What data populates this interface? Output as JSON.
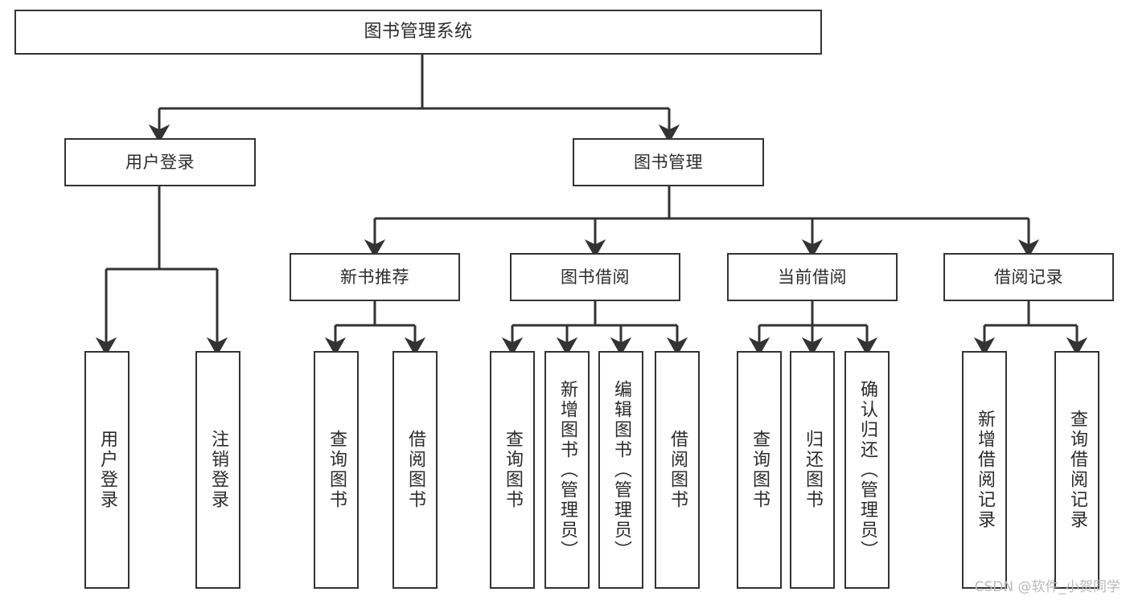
{
  "diagram": {
    "type": "tree",
    "title": "图书管理系统",
    "watermark": "CSDN @软件_小贺同学",
    "colors": {
      "border": "#333333",
      "background": "#ffffff",
      "text": "#2b2b2b",
      "watermark": "#b9b9b9"
    },
    "nodes": {
      "root": {
        "label": "图书管理系统"
      },
      "level2": [
        {
          "id": "user-login",
          "label": "用户登录"
        },
        {
          "id": "book-manage",
          "label": "图书管理"
        }
      ],
      "level3": [
        {
          "id": "new-book-recommend",
          "label": "新书推荐"
        },
        {
          "id": "book-borrow",
          "label": "图书借阅"
        },
        {
          "id": "current-borrow",
          "label": "当前借阅"
        },
        {
          "id": "borrow-record",
          "label": "借阅记录"
        }
      ],
      "leaves": [
        {
          "id": "leaf-user-login",
          "label": "用户登录",
          "parent": "user-login"
        },
        {
          "id": "leaf-logout",
          "label": "注销登录",
          "parent": "user-login"
        },
        {
          "id": "leaf-query-book-1",
          "label": "查询图书",
          "parent": "new-book-recommend"
        },
        {
          "id": "leaf-borrow-book-1",
          "label": "借阅图书",
          "parent": "new-book-recommend"
        },
        {
          "id": "leaf-query-book-2",
          "label": "查询图书",
          "parent": "book-borrow"
        },
        {
          "id": "leaf-add-book",
          "label": "新增图书（管理员）",
          "parent": "book-borrow"
        },
        {
          "id": "leaf-edit-book",
          "label": "编辑图书（管理员）",
          "parent": "book-borrow"
        },
        {
          "id": "leaf-borrow-book-2",
          "label": "借阅图书",
          "parent": "book-borrow"
        },
        {
          "id": "leaf-query-book-3",
          "label": "查询图书",
          "parent": "current-borrow"
        },
        {
          "id": "leaf-return-book",
          "label": "归还图书",
          "parent": "current-borrow"
        },
        {
          "id": "leaf-confirm-return",
          "label": "确认归还（管理员）",
          "parent": "current-borrow"
        },
        {
          "id": "leaf-add-record",
          "label": "新增借阅记录",
          "parent": "borrow-record"
        },
        {
          "id": "leaf-query-record",
          "label": "查询借阅记录",
          "parent": "borrow-record"
        }
      ]
    }
  }
}
